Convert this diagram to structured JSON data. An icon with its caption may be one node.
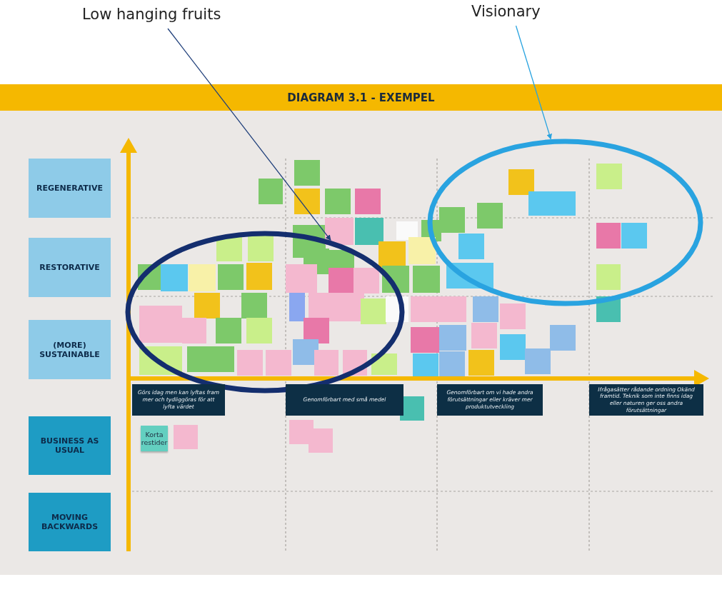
{
  "diagram": {
    "title": "DIAGRAM 3.1 - EXEMPEL",
    "nodes": [
      {
        "text": [
          "Low hanging fruits"
        ]
      },
      {
        "text": [
          "Visionary"
        ]
      },
      {
        "text": [],
        "shape": "ellipse"
      },
      {
        "text": [],
        "shape": "ellipse"
      },
      {
        "text": [
          "REGENERATIVE"
        ]
      },
      {
        "text": [
          "RESTORATIVE"
        ]
      },
      {
        "text": [
          "(MORE) SUSTAINABLE"
        ]
      },
      {
        "text": [
          "BUSINESS AS USUAL"
        ]
      },
      {
        "text": [
          "MOVING BACKWARDS"
        ]
      },
      {
        "text": [
          "Görs idag men kan lyftas fram mer och tydliggöras för att lyfta värdet"
        ]
      },
      {
        "text": [
          "Genomförbart med små medel"
        ]
      },
      {
        "text": [
          "Genomförbart om vi hade andra förutsättningar eller kräver mer produktutveckling"
        ]
      },
      {
        "text": [
          "Ifrågasätter rådande ordning Okänd framtid. Teknik som inte finns idag eller naturen ger oss andra förutsättningar"
        ]
      },
      {
        "text": [
          "Korta restider"
        ]
      }
    ],
    "edges": [
      {
        "from": 0,
        "to": 2,
        "arrow": "to",
        "color": "#1f3f7a"
      },
      {
        "from": 1,
        "to": 3,
        "arrow": "to",
        "color": "#29a3e0"
      }
    ]
  }
}
